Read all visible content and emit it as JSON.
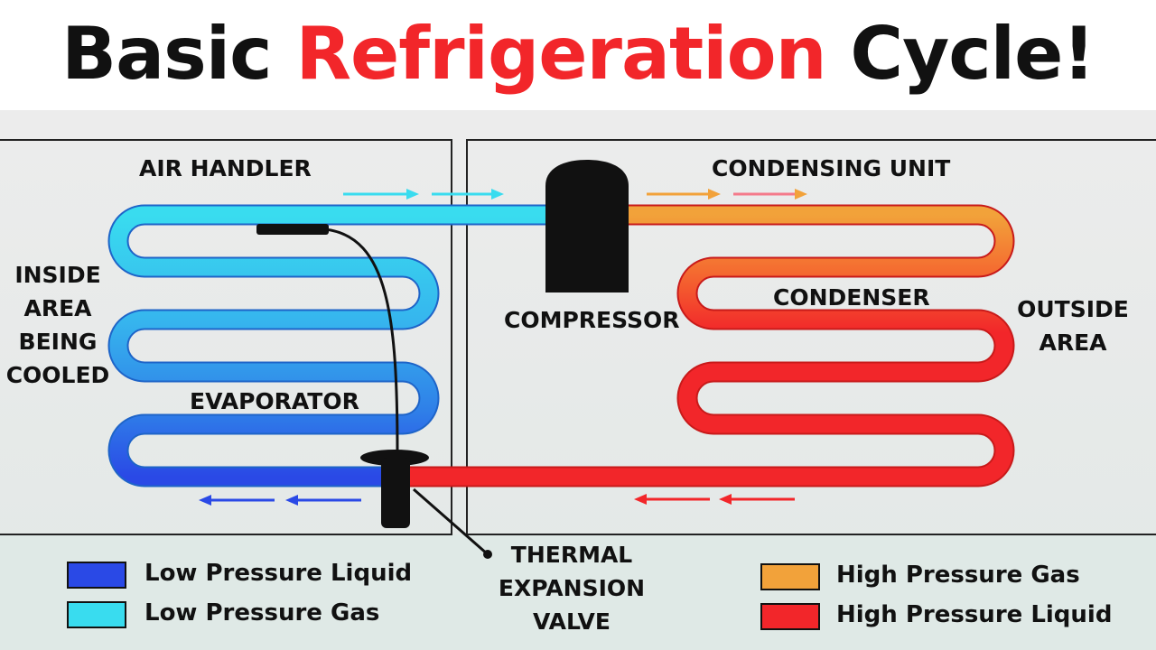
{
  "title": {
    "part1": "Basic",
    "part2": "Refrigeration",
    "part3": "Cycle!"
  },
  "labels": {
    "air_handler": "AIR HANDLER",
    "condensing_unit": "CONDENSING UNIT",
    "inside_area": [
      "INSIDE",
      "AREA",
      "BEING",
      "COOLED"
    ],
    "outside_area": [
      "OUTSIDE",
      "AREA"
    ],
    "evaporator": "EVAPORATOR",
    "condenser": "CONDENSER",
    "compressor": "COMPRESSOR",
    "txv": [
      "THERMAL",
      "EXPANSION",
      "VALVE"
    ]
  },
  "legend": [
    {
      "label": "Low Pressure Liquid",
      "color": "#2a49e6"
    },
    {
      "label": "Low Pressure Gas",
      "color": "#39dcef"
    },
    {
      "label": "High Pressure Gas",
      "color": "#f2a23a"
    },
    {
      "label": "High Pressure Liquid",
      "color": "#f2262a"
    }
  ],
  "colors": {
    "low_pressure_liquid": "#2a49e6",
    "low_pressure_gas": "#39dcef",
    "high_pressure_gas": "#f2a23a",
    "high_pressure_liquid": "#f2262a",
    "title_accent": "#f2262a"
  }
}
